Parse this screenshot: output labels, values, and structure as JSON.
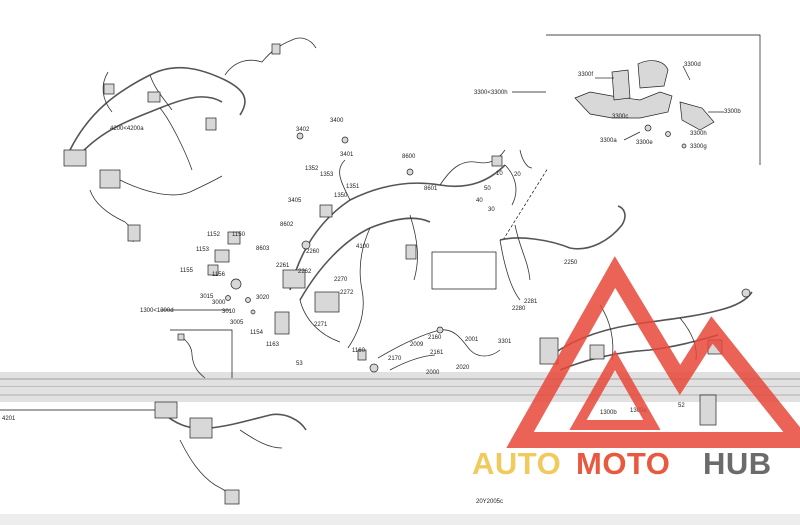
{
  "labels": {
    "harness_4200": "4200<4200a",
    "harness_3300": "3300<3300h",
    "harness_1300": "1300<1300d",
    "p4201": "4201",
    "p3300f": "3300f",
    "p3300d": "3300d",
    "p3300b": "3300b",
    "p3300c": "3300c",
    "p3300h": "3300h",
    "p3300a": "3300a",
    "p3300e": "3300e",
    "p3300g": "3300g",
    "p3402": "3402",
    "p3400": "3400",
    "p3401": "3401",
    "p1352": "1352",
    "p1353": "1353",
    "p1351": "1351",
    "p1350": "1350",
    "p8600": "8600",
    "p8601": "8601",
    "p10": "10",
    "p20": "20",
    "p50": "50",
    "p40": "40",
    "p30": "30",
    "p3405": "3405",
    "p8602": "8602",
    "p8603": "8603",
    "p2260": "2260",
    "p4100": "4100",
    "p1152": "1152",
    "p1150": "1150",
    "p1153": "1153",
    "p1155": "1155",
    "p1156": "1156",
    "p2262": "2262",
    "p2270": "2270",
    "p2261": "2261",
    "p2272": "2272",
    "p2250": "2250",
    "p2281": "2281",
    "p2280": "2280",
    "p3015": "3015",
    "p3000": "3000",
    "p3010": "3010",
    "p3005": "3005",
    "p3020": "3020",
    "p1154": "1154",
    "p2271": "2271",
    "p1163": "1163",
    "p53": "53",
    "p1160": "1160",
    "p2160": "2160",
    "p2001": "2001",
    "p2009": "2009",
    "p2161": "2161",
    "p2170": "2170",
    "p2000": "2000",
    "p2020": "2020",
    "p3301": "3301",
    "p1300b": "1300b",
    "p1300e": "1300e",
    "p52": "52",
    "doc_code": "20Y2005c"
  },
  "watermark": {
    "part1": "AUTO",
    "part2": "MOTO",
    "part3": "HUB",
    "color_auto": "#f2c95c",
    "color_moto": "#e8593f",
    "color_hub": "#6b6b6b",
    "triangle_color": "#e8473a"
  }
}
